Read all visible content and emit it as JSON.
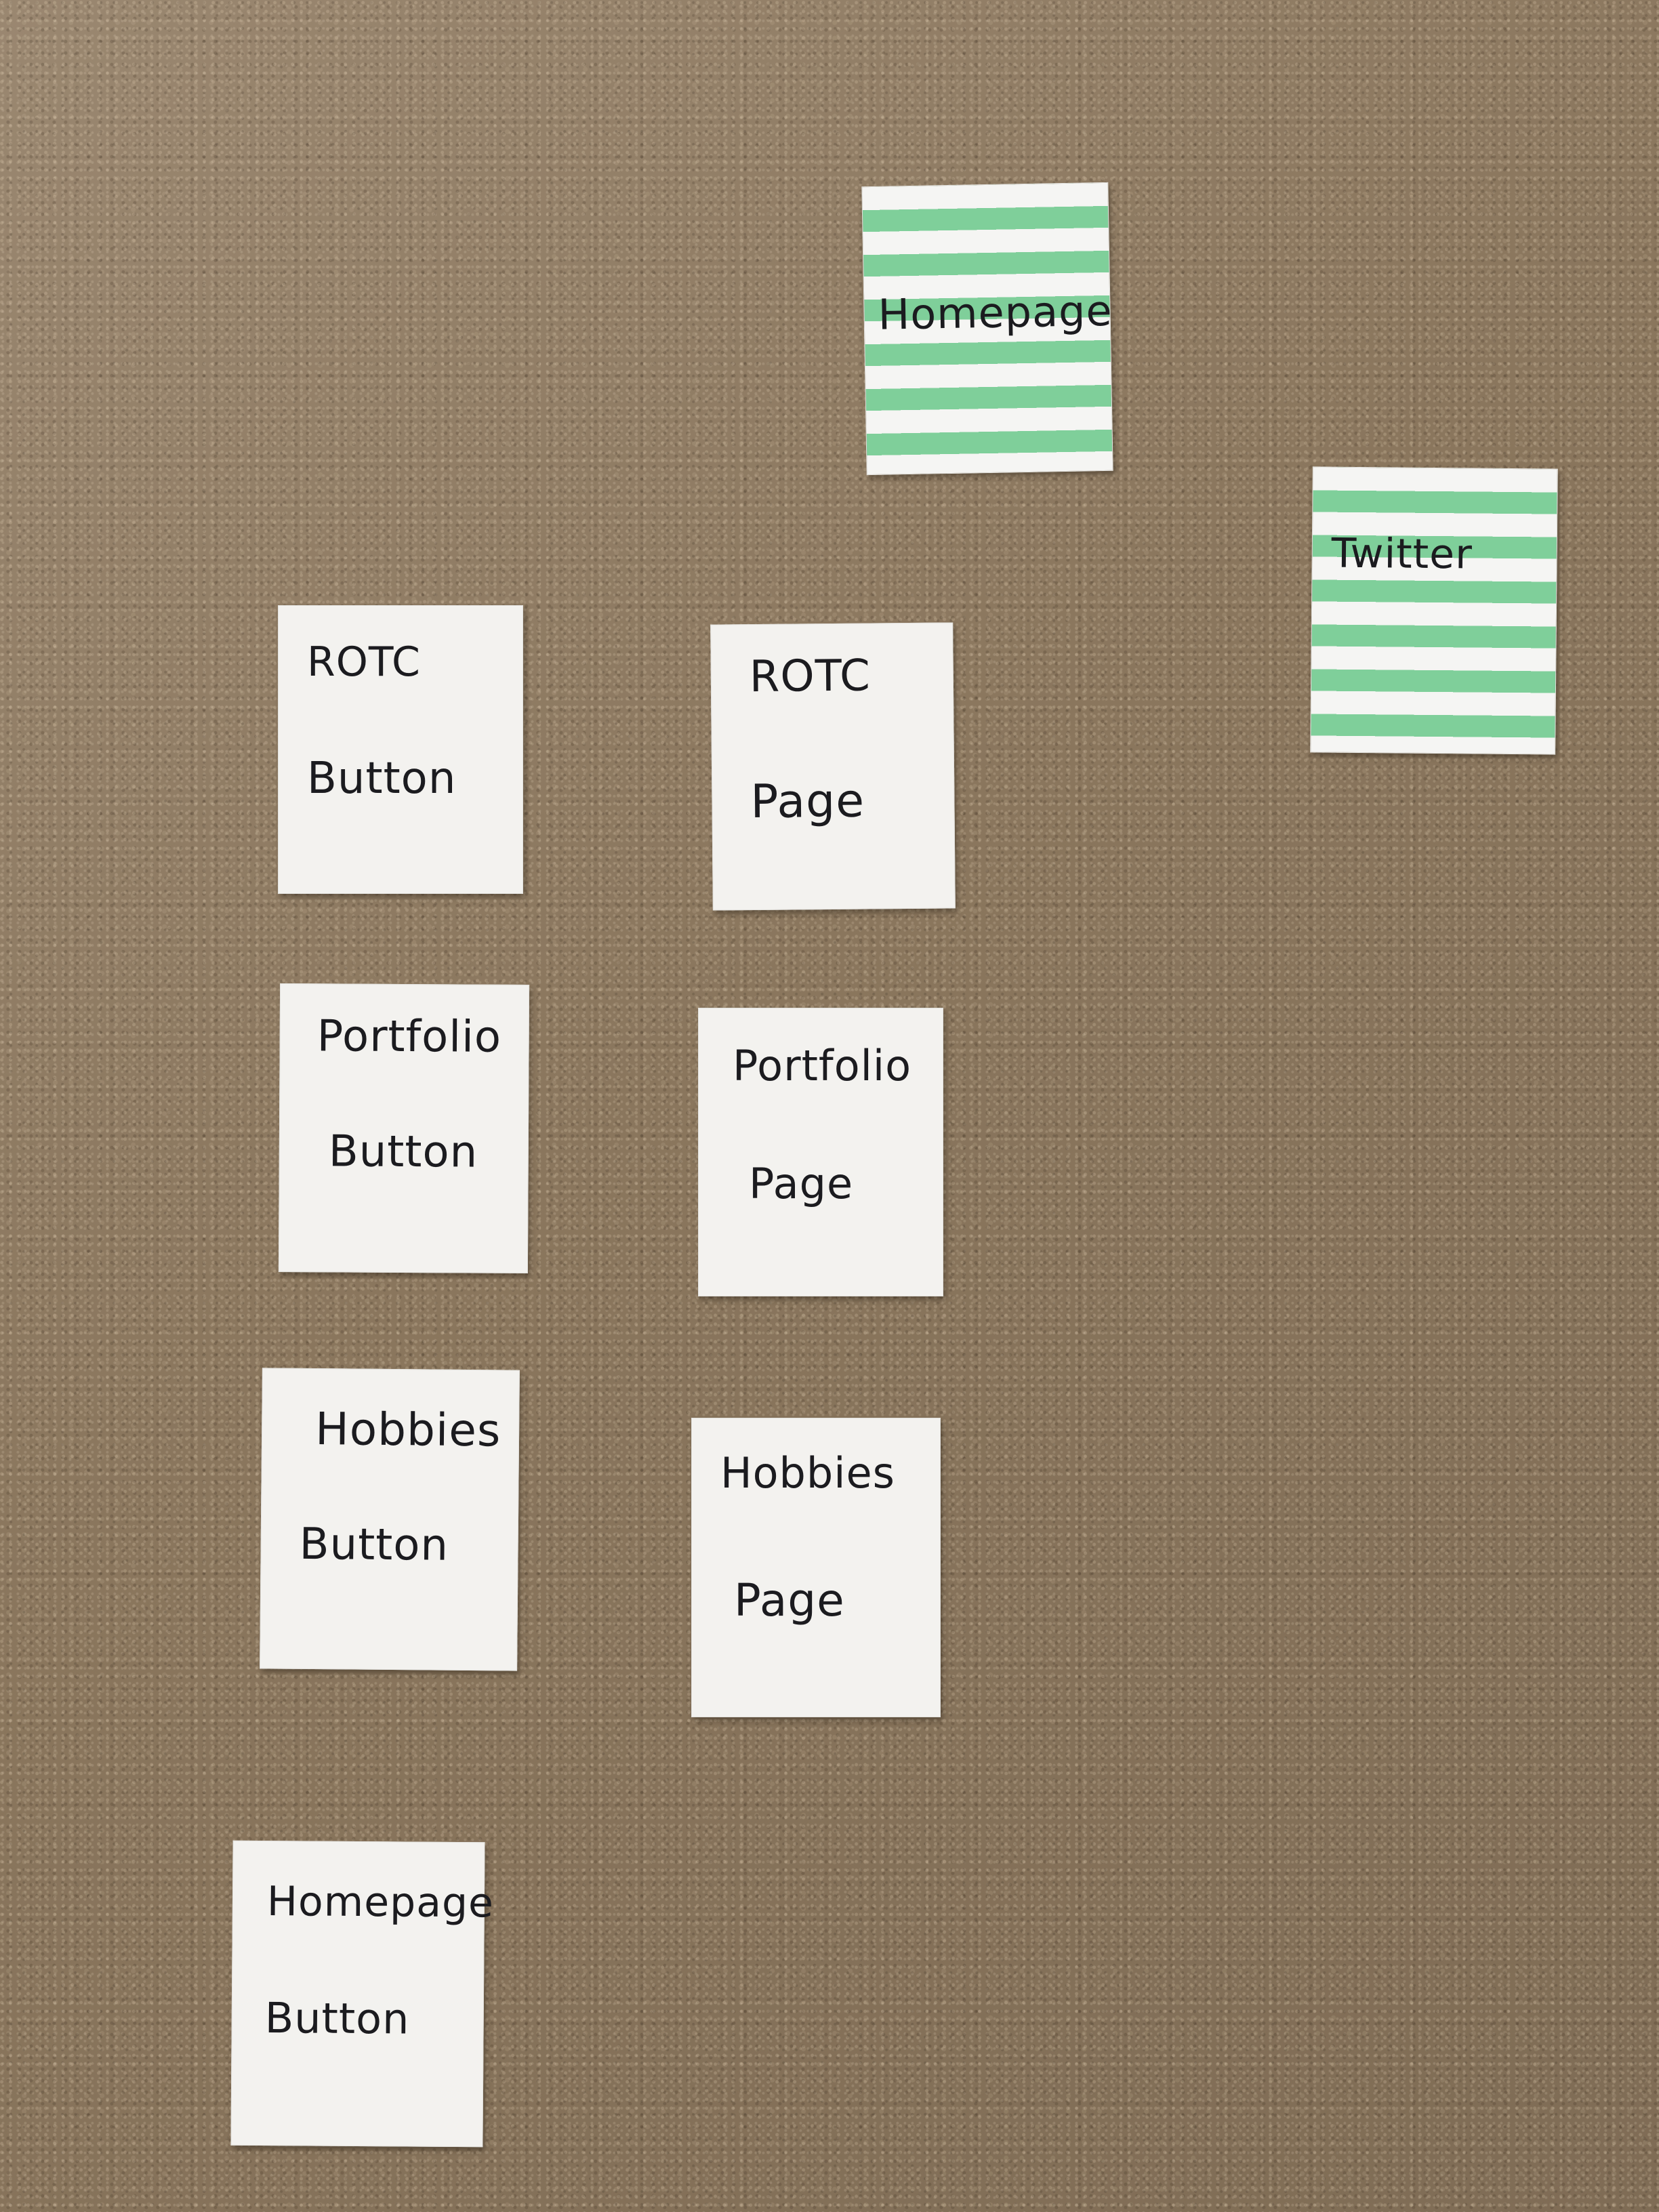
{
  "cards": {
    "homepage": {
      "title": "Homepage"
    },
    "twitter": {
      "title": "Twitter"
    },
    "rotc_button": {
      "line1": "ROTC",
      "line2": "Button"
    },
    "rotc_page": {
      "line1": "ROTC",
      "line2": "Page"
    },
    "portfolio_button": {
      "line1": "Portfolio",
      "line2": "Button"
    },
    "portfolio_page": {
      "line1": "Portfolio",
      "line2": "Page"
    },
    "hobbies_button": {
      "line1": "Hobbies",
      "line2": "Button"
    },
    "hobbies_page": {
      "line1": "Hobbies",
      "line2": "Page"
    },
    "homepage_button": {
      "line1": "Homepage",
      "line2": "Button"
    }
  },
  "colors": {
    "carpet": "#8f7c64",
    "card": "#f3f2ef",
    "stripe": "#7fcf9a",
    "ink": "#1b1b1f"
  }
}
